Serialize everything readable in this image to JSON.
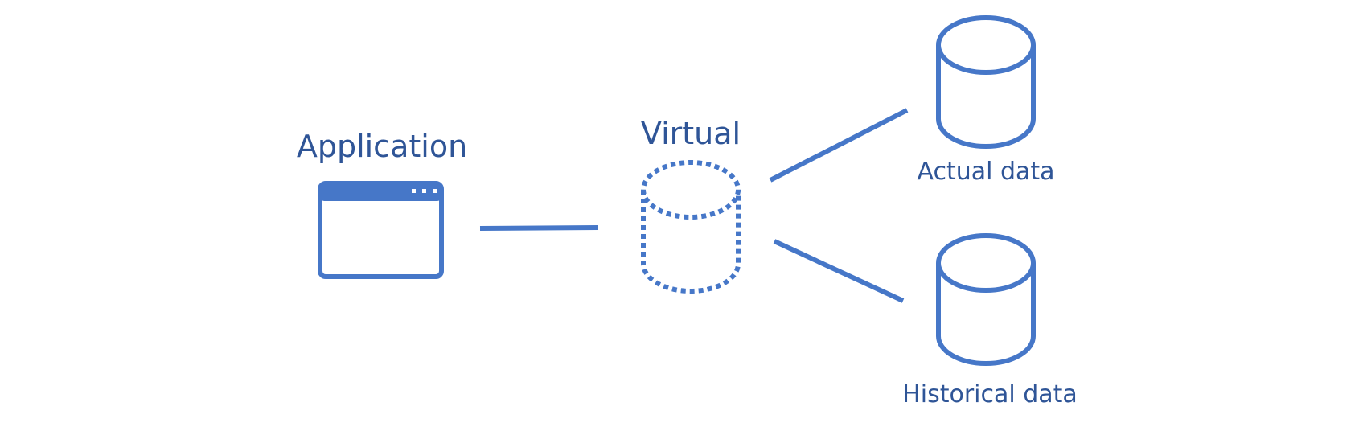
{
  "nodes": {
    "application": {
      "label": "Application",
      "icon": "application-window-icon"
    },
    "virtual": {
      "label": "Virtual",
      "icon": "dashed-database-icon"
    },
    "actual": {
      "label": "Actual data",
      "icon": "database-icon"
    },
    "historical": {
      "label": "Historical data",
      "icon": "database-icon"
    }
  },
  "colors": {
    "stroke": "#4677c8",
    "text": "#2f5597"
  }
}
